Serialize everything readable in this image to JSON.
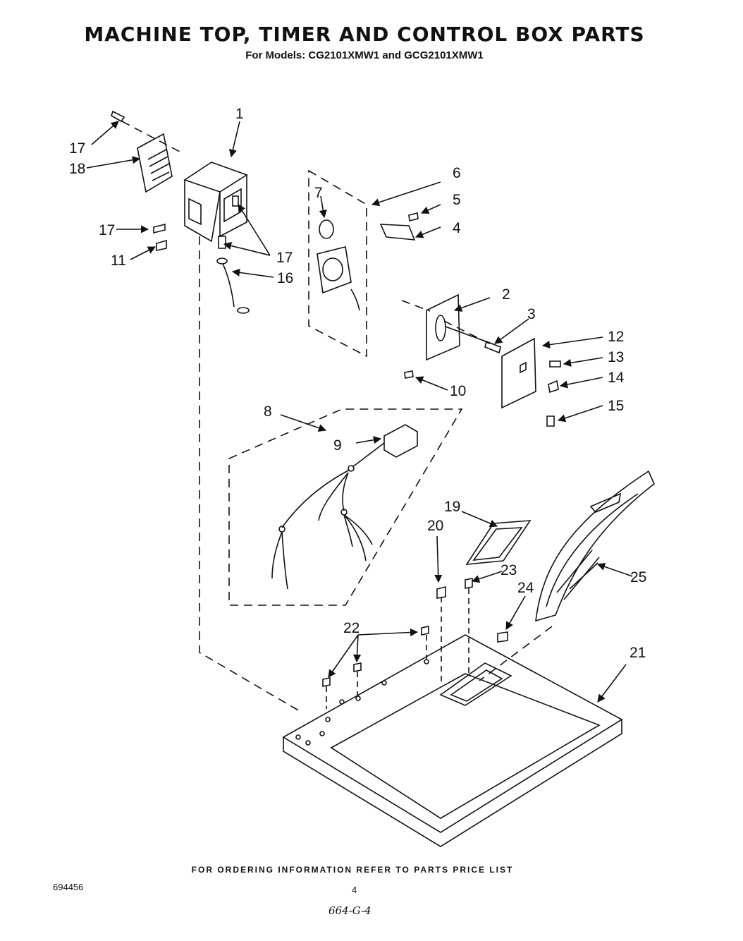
{
  "header": {
    "title": "MACHINE TOP, TIMER AND CONTROL BOX PARTS",
    "subtitle": "For Models: CG2101XMW1  and GCG2101XMW1"
  },
  "callouts": {
    "p1": "1",
    "p2": "2",
    "p3": "3",
    "p4": "4",
    "p5": "5",
    "p6": "6",
    "p7": "7",
    "p8": "8",
    "p9": "9",
    "p10": "10",
    "p11": "11",
    "p12": "12",
    "p13": "13",
    "p14": "14",
    "p15": "15",
    "p16": "16",
    "p17a": "17",
    "p17b": "17",
    "p17c": "17",
    "p18": "18",
    "p19": "19",
    "p20": "20",
    "p21": "21",
    "p22": "22",
    "p23": "23",
    "p24": "24",
    "p25": "25"
  },
  "footer": {
    "note": "FOR ORDERING INFORMATION REFER TO PARTS PRICE LIST",
    "doc_number": "694456",
    "page_number": "4",
    "handwritten_ref": "664-G-4"
  }
}
